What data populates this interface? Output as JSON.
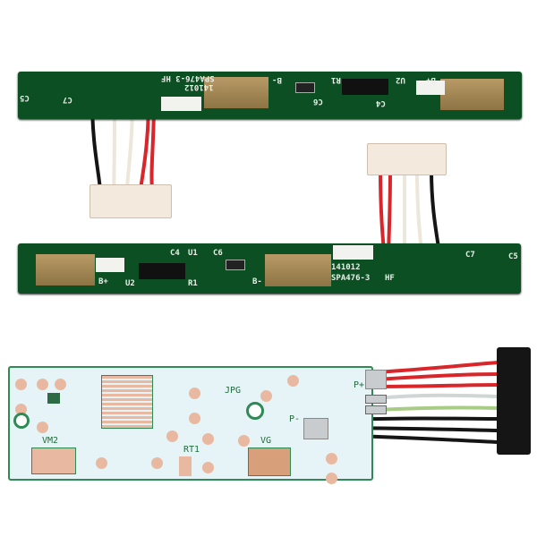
{
  "top_board": {
    "labels": [
      "SPA476-3 HF",
      "141012",
      "B-",
      "B+",
      "U2",
      "C7",
      "C5",
      "R1",
      "C6",
      "C4"
    ]
  },
  "middle_board": {
    "labels": [
      "141012",
      "SPA476-3",
      "HF",
      "B+",
      "B-",
      "U2",
      "C7",
      "C5",
      "U1",
      "R1",
      "C6",
      "C4"
    ]
  },
  "bottom_board": {
    "labels": [
      "VM2",
      "RT1",
      "VG",
      "JPG",
      "P+",
      "P-"
    ]
  },
  "colors": {
    "pcb": "#0c4f22",
    "pcb_light": "#e6f4f7",
    "wire_red": "#d8262b",
    "wire_black": "#151515",
    "wire_white": "#f2efe6"
  }
}
